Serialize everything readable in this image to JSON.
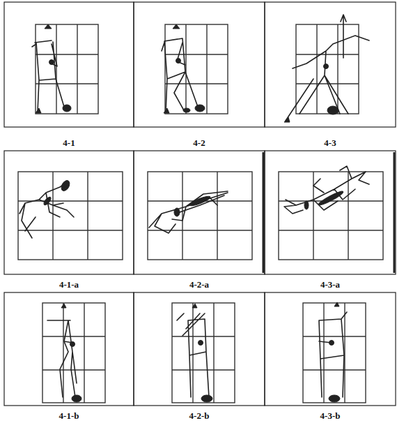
{
  "diagram": {
    "labels": [
      "4-1",
      "4-2",
      "4-3",
      "4-1-a",
      "4-2-a",
      "4-3-a",
      "4-1-b",
      "4-2-b",
      "4-3-b"
    ]
  }
}
